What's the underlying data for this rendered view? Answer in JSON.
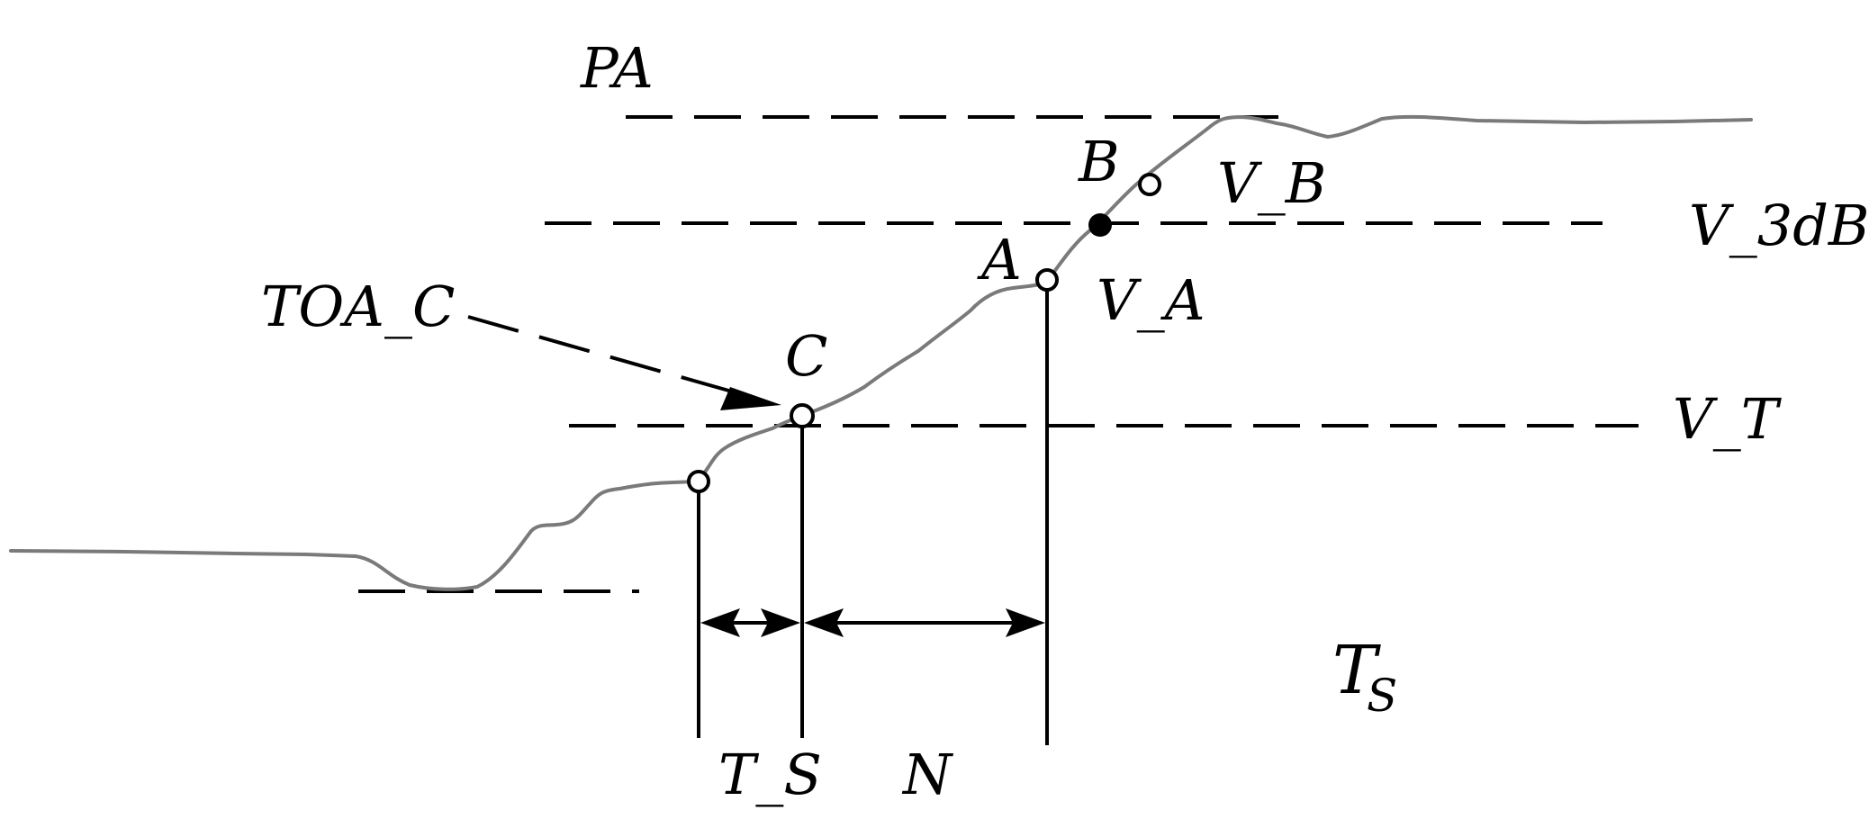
{
  "labels": {
    "pa": "PA",
    "v3db": "V_3dB",
    "vt": "V_T",
    "va": "V_A",
    "vb": "V_B",
    "point_a": "A",
    "point_b": "B",
    "point_c": "C",
    "toa_c": "TOA_C",
    "t_s_interval": "T_S",
    "n_interval": "N",
    "ts_main": "T",
    "ts_sub": "S"
  },
  "colors": {
    "signal": "#7a7a7a",
    "lines": "#000000",
    "background": "#ffffff"
  }
}
